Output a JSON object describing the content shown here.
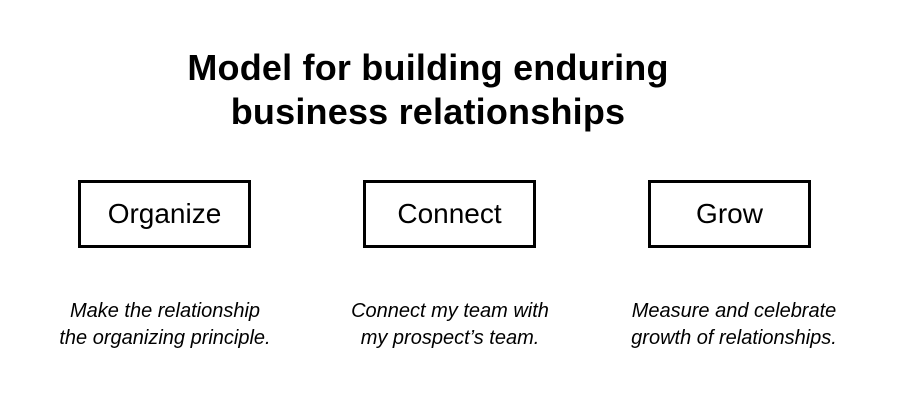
{
  "title": {
    "line1": "Model for building enduring",
    "line2": "business relationships"
  },
  "steps": [
    {
      "label": "Organize",
      "description": [
        "Make the relationship",
        "the organizing principle."
      ]
    },
    {
      "label": "Connect",
      "description": [
        "Connect my team with",
        "my prospect’s team."
      ]
    },
    {
      "label": "Grow",
      "description": [
        "Measure and celebrate",
        "growth of relationships."
      ]
    }
  ],
  "colors": {
    "text": "#000000",
    "background": "#ffffff",
    "border": "#000000"
  }
}
